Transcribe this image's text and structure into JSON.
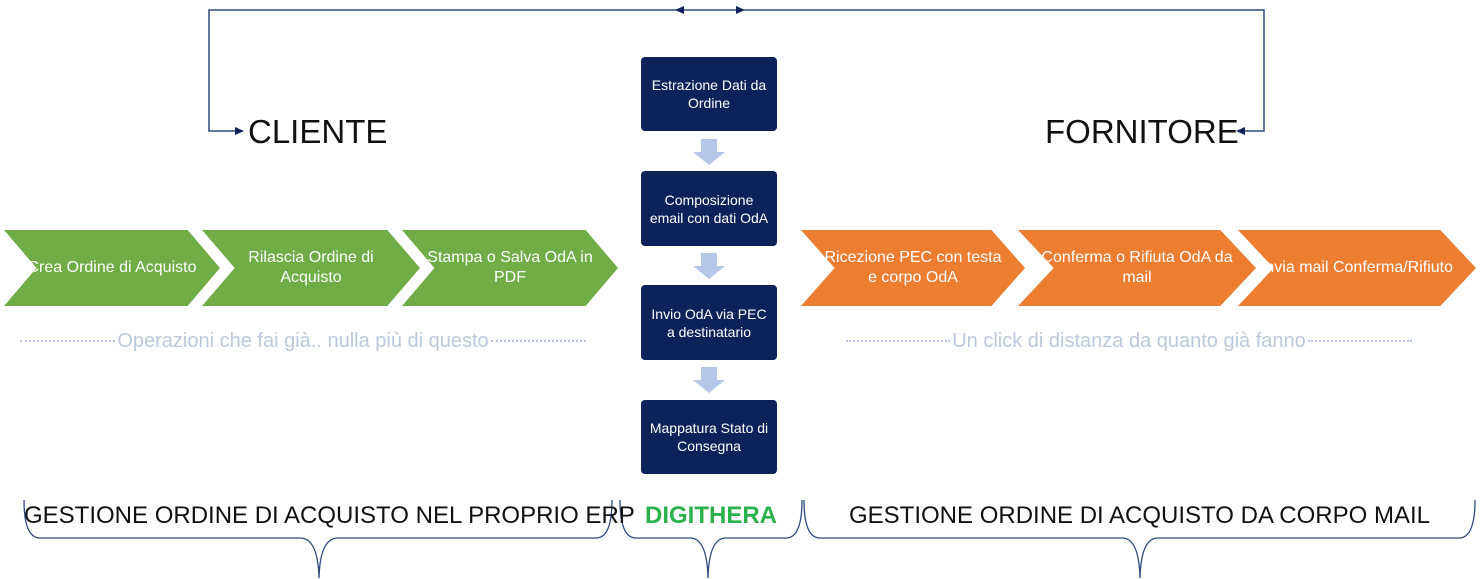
{
  "parties": {
    "left": "CLIENTE",
    "right": "FORNITORE"
  },
  "client_steps": [
    "Crea Ordine di Acquisto",
    "Rilascia Ordine di Acquisto",
    "Stampa o Salva OdA in PDF"
  ],
  "supplier_steps": [
    "Ricezione PEC con testa e corpo OdA",
    "Conferma o Rifiuta OdA da mail",
    "Invia mail Conferma/Rifiuto"
  ],
  "digithera_steps": [
    "Estrazione Dati da Ordine",
    "Composizione email con dati OdA",
    "Invio OdA via PEC a destinatario",
    "Mappatura Stato di Consegna"
  ],
  "captions": {
    "left": "Operazioni che fai già.. nulla più di questo",
    "right": "Un click di distanza da quanto già fanno"
  },
  "sections": {
    "left": "GESTIONE ORDINE DI ACQUISTO NEL PROPRIO ERP",
    "center": "DIGITHERA",
    "right": "GESTIONE ORDINE DI ACQUISTO DA CORPO MAIL"
  },
  "colors": {
    "client": "#70ad47",
    "supplier": "#ed7d31",
    "digithera_box": "#0d2259",
    "digithera_text": "#2bb24c",
    "flow_arrow": "#b4c7e7",
    "connector": "#2e4a7d"
  }
}
